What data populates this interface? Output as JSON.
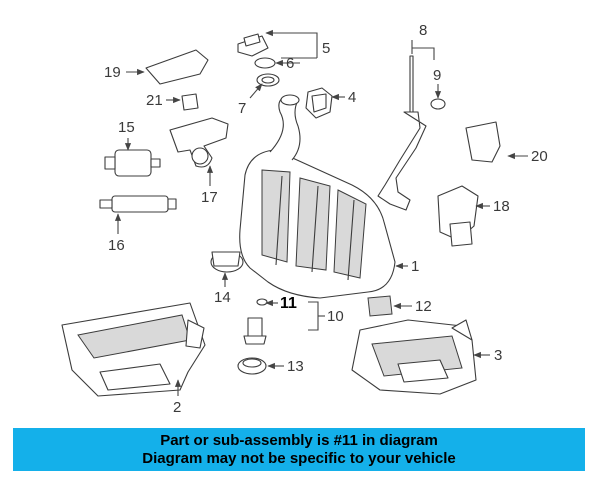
{
  "callouts": {
    "c1": "1",
    "c2": "2",
    "c3": "3",
    "c4": "4",
    "c5": "5",
    "c6": "6",
    "c7": "7",
    "c8": "8",
    "c9": "9",
    "c10": "10",
    "c11": "11",
    "c12": "12",
    "c13": "13",
    "c14": "14",
    "c15": "15",
    "c16": "16",
    "c17": "17",
    "c18": "18",
    "c19": "19",
    "c20": "20",
    "c21": "21"
  },
  "banner": {
    "line1": "Part or sub-assembly is #11 in diagram",
    "line2": "Diagram may not be specific to your vehicle",
    "color": "#14b0ea"
  }
}
